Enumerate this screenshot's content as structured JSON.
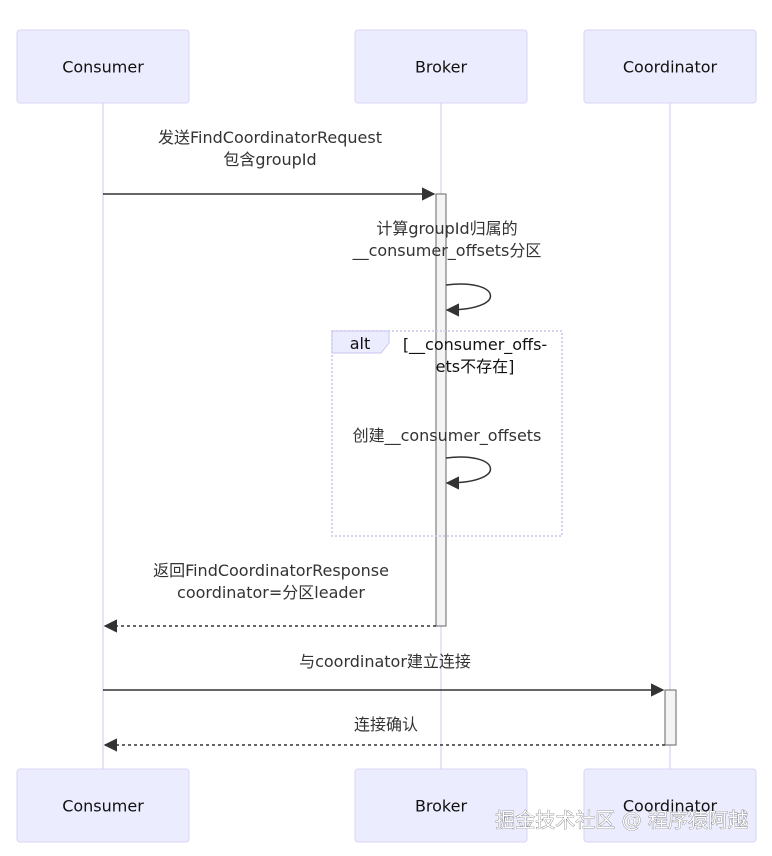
{
  "participants": [
    {
      "id": "consumer",
      "label": "Consumer"
    },
    {
      "id": "broker",
      "label": "Broker"
    },
    {
      "id": "coordinator",
      "label": "Coordinator"
    }
  ],
  "messages": [
    {
      "line1": "发送FindCoordinatorRequest",
      "line2": "包含groupId"
    },
    {
      "line1": "计算groupId归属的",
      "line2": "__consumer_offsets分区"
    },
    {
      "line1": "创建__consumer_offsets"
    },
    {
      "line1": "返回FindCoordinatorResponse",
      "line2": "coordinator=分区leader"
    },
    {
      "line1": "与coordinator建立连接"
    },
    {
      "line1": "连接确认"
    }
  ],
  "alt_block": {
    "keyword": "alt",
    "condition_line1": "[__consumer_offs-",
    "condition_line2": "ets不存在]"
  },
  "watermark": "掘金技术社区 @ 程序猿阿越",
  "colors": {
    "actor_fill": "#ECECFF",
    "actor_stroke": "#d9d4f5",
    "lifeline": "#cfc8f0",
    "activation_fill": "#f4f4f4",
    "message_line": "#333333"
  }
}
